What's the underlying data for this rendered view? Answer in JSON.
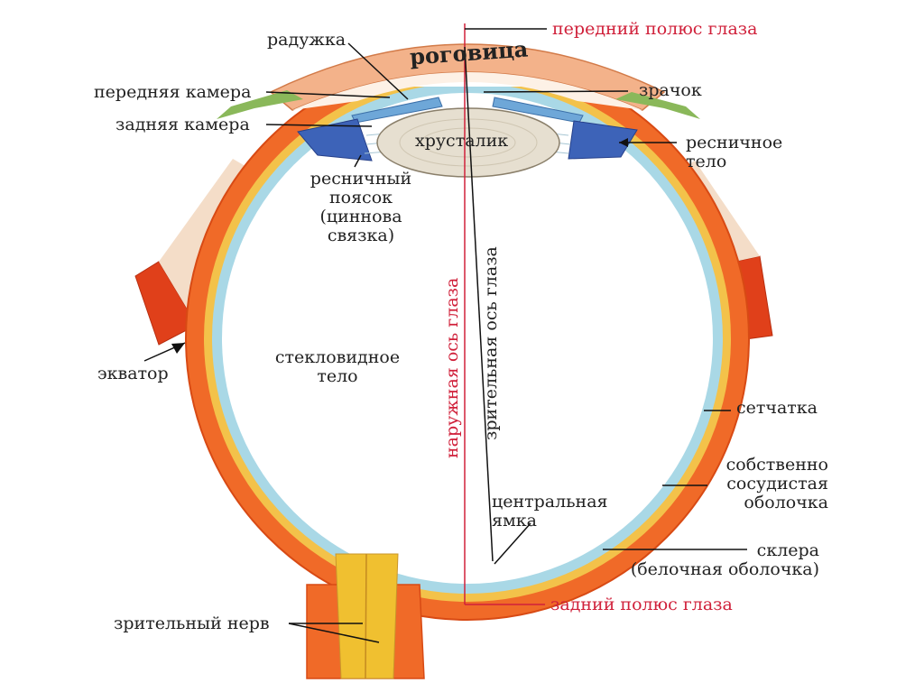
{
  "labels": {
    "cornea": "роговица",
    "iris": "радужка",
    "anterior_chamber": "передняя камера",
    "posterior_chamber": "задняя камера",
    "lens": "хрусталик",
    "pupil": "зрачок",
    "ciliary_body": [
      "ресничное",
      "тело"
    ],
    "ciliary_zonule": [
      "ресничный",
      "поясок",
      "(циннова",
      "связка)"
    ],
    "vitreous_body": [
      "стекловидное",
      "тело"
    ],
    "equator": "экватор",
    "retina": "сетчатка",
    "choroid": [
      "собственно",
      "сосудистая",
      "оболочка"
    ],
    "fovea": [
      "центральная",
      "ямка"
    ],
    "sclera": [
      "склера",
      "(белочная оболочка)"
    ],
    "optic_nerve": "зрительный нерв",
    "anterior_pole": "передний полюс глаза",
    "posterior_pole": "задний полюс глаза",
    "external_axis": "наружная ось глаза",
    "visual_axis": "зрительная ось глаза"
  },
  "colors": {
    "sclera": "#f06a28",
    "sclera_dark": "#d84a14",
    "choroid": "#f3c24a",
    "retina": "#a9d8e6",
    "cornea": "#f3b28a",
    "conjunctiva": "#8ab85a",
    "lens": "#e6dfd0",
    "iris": "#6ea7d8",
    "ciliary": "#3d63b8",
    "muscle": "#e0401a",
    "nerve": "#f0c030",
    "accent_red": "#d0203a",
    "line": "#111111"
  }
}
